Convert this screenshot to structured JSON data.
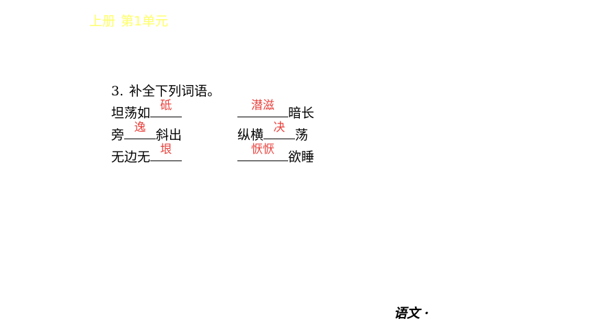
{
  "header": {
    "volume": "上册",
    "unit": "第1单元"
  },
  "question": {
    "number": "3",
    "sep": ".",
    "prompt": "补全下列词语。",
    "rows": [
      {
        "left": {
          "before": "坦荡如",
          "answer": "砥",
          "after": ""
        },
        "right": {
          "before": "",
          "answer": "潜滋",
          "after": "暗长"
        }
      },
      {
        "left": {
          "before": "旁",
          "answer": "逸",
          "after": "斜出"
        },
        "right": {
          "before": "纵横",
          "answer": "决",
          "after": "荡"
        }
      },
      {
        "left": {
          "before": "无边无",
          "answer": "垠",
          "after": ""
        },
        "right": {
          "before": "",
          "answer": "恹恹",
          "after": "欲睡"
        }
      }
    ]
  },
  "footer": {
    "label": "语文 ·"
  },
  "colors": {
    "header": "#FFFF66",
    "answer": "#E8413C",
    "text": "#000000"
  }
}
